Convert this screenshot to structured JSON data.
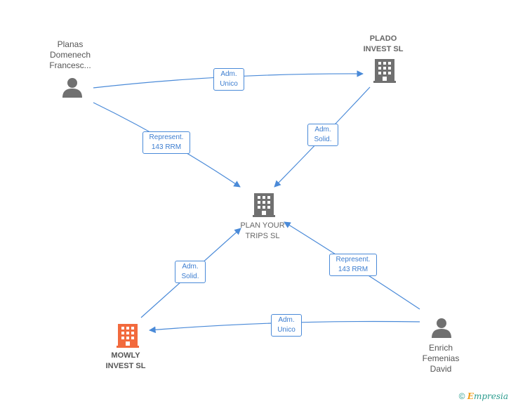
{
  "nodes": {
    "planas": {
      "lines": [
        "Planas",
        "Domenech",
        "Francesc..."
      ],
      "type": "person"
    },
    "plado": {
      "lines": [
        "PLADO",
        "INVEST  SL"
      ],
      "type": "company"
    },
    "plan_your_trips": {
      "lines": [
        "PLAN YOUR",
        "TRIPS  SL"
      ],
      "type": "company"
    },
    "mowly": {
      "lines": [
        "MOWLY",
        "INVEST  SL"
      ],
      "type": "company-highlight"
    },
    "enrich": {
      "lines": [
        "Enrich",
        "Femenias",
        "David"
      ],
      "type": "person"
    }
  },
  "edges": {
    "planas_plado": [
      "Adm.",
      "Unico"
    ],
    "planas_plan": [
      "Represent.",
      "143 RRM"
    ],
    "plado_plan": [
      "Adm.",
      "Solid."
    ],
    "mowly_plan": [
      "Adm.",
      "Solid."
    ],
    "enrich_plan": [
      "Represent.",
      "143 RRM"
    ],
    "enrich_mowly": [
      "Adm.",
      "Unico"
    ]
  },
  "colors": {
    "edge": "#4a8ad8",
    "person": "#707070",
    "company": "#707070",
    "highlight": "#f26a3d"
  },
  "footer": {
    "copyright": "©",
    "brand": "mpresia",
    "brand_initial": "E"
  }
}
